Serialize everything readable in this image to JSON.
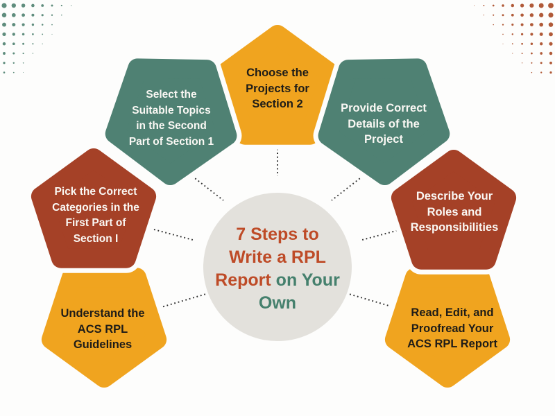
{
  "title": {
    "line1": "7 Steps to",
    "line2": "Write a RPL",
    "line3_red": "Report",
    "line3_teal": " on Your",
    "line4": "Own",
    "color_red": "#be4b27",
    "color_teal": "#45806d",
    "circle_bg": "#e3e1dc"
  },
  "steps": [
    {
      "position": "top",
      "color": "#f0a41f",
      "text_color": "dark",
      "lines": [
        "Choose the",
        "Projects for",
        "Section 2"
      ]
    },
    {
      "position": "upper-left",
      "color": "#4f8173",
      "text_color": "light",
      "lines": [
        "Select the",
        "Suitable Topics",
        "in the Second",
        "Part of Section 1"
      ]
    },
    {
      "position": "upper-right",
      "color": "#4f8173",
      "text_color": "light",
      "lines": [
        "Provide Correct",
        "Details of the",
        "Project"
      ]
    },
    {
      "position": "left",
      "color": "#a54127",
      "text_color": "light",
      "lines": [
        "Pick the Correct",
        "Categories in the",
        "First Part of",
        "Section I"
      ]
    },
    {
      "position": "right",
      "color": "#a54127",
      "text_color": "light",
      "lines": [
        "Describe Your",
        "Roles and",
        "Responsibilities"
      ]
    },
    {
      "position": "bottom-left",
      "color": "#f0a41f",
      "text_color": "dark",
      "lines": [
        "Understand the",
        "ACS RPL",
        "Guidelines"
      ]
    },
    {
      "position": "bottom-right",
      "color": "#f0a41f",
      "text_color": "dark",
      "lines": [
        "Read, Edit, and",
        "Proofread Your",
        "ACS RPL Report"
      ]
    }
  ],
  "decor": {
    "dot_grid_teal": "#5f8d7d",
    "dot_grid_rust": "#b15a38",
    "connector_color": "#2e2e2e",
    "background": "#fdfdfc"
  }
}
